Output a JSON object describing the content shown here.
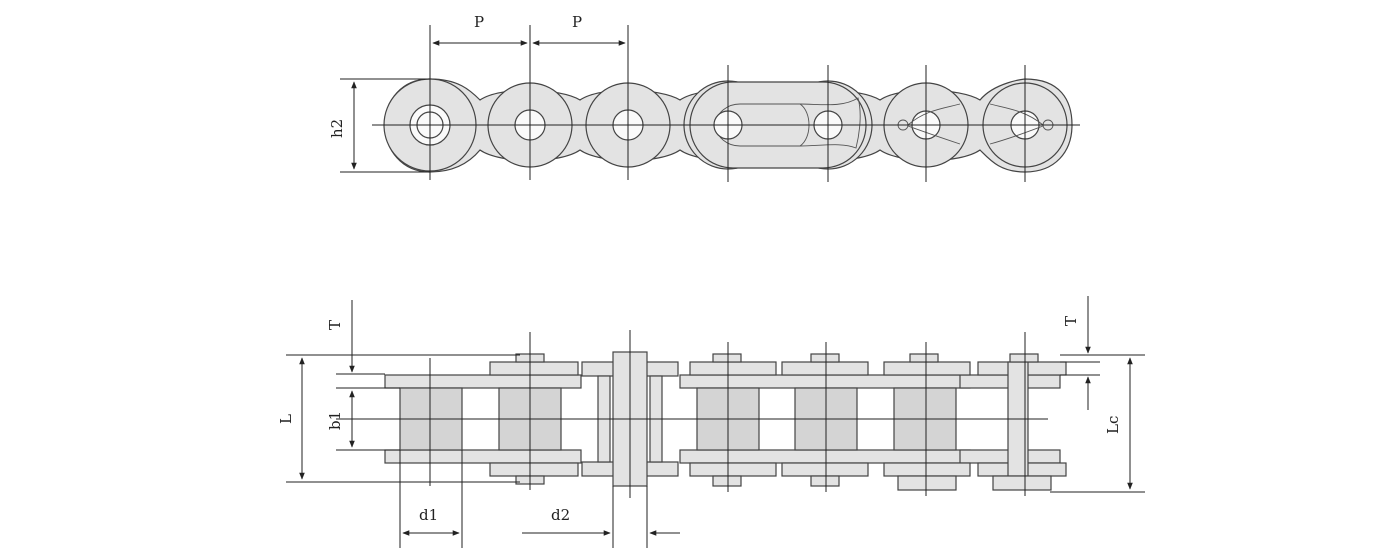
{
  "labels": {
    "pitch_left": "P",
    "pitch_right": "P",
    "plate_height": "h2",
    "plate_thickness_left": "T",
    "plate_thickness_right": "T",
    "overall_length": "L",
    "inner_width": "b1",
    "roller_diameter": "d1",
    "pin_diameter": "d2",
    "length_connecting": "Lc"
  },
  "colors": {
    "fill": "#e3e3e3",
    "roller": "#d4d4d4",
    "line": "#222222"
  }
}
